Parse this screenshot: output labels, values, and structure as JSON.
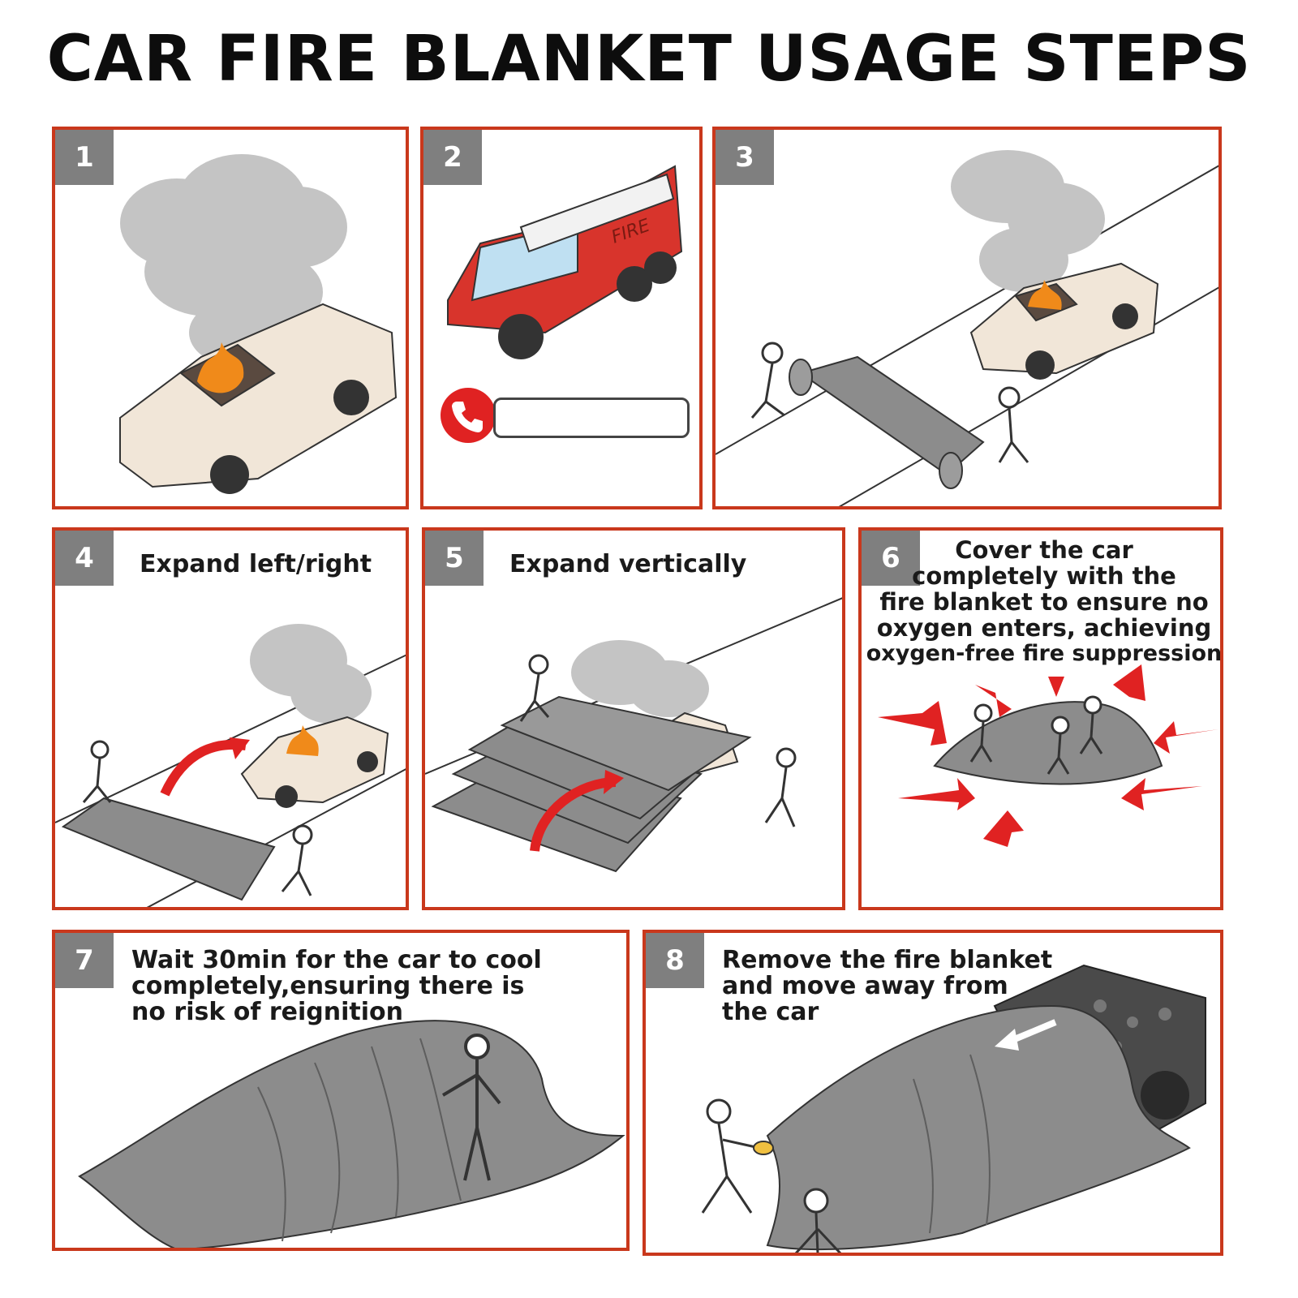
{
  "title": "CAR FIRE BLANKET USAGE STEPS",
  "steps": [
    {
      "number": "1",
      "caption": ""
    },
    {
      "number": "2",
      "caption": "",
      "truck_label": "FIRE"
    },
    {
      "number": "3",
      "caption": ""
    },
    {
      "number": "4",
      "caption": "Expand left/right"
    },
    {
      "number": "5",
      "caption": "Expand vertically"
    },
    {
      "number": "6",
      "caption_lines": [
        "Cover the car",
        "completely with the",
        "fire blanket to ensure no",
        "oxygen enters, achieving",
        "oxygen-free fire suppression"
      ]
    },
    {
      "number": "7",
      "caption_lines": [
        "Wait 30min for the car to cool",
        "completely,ensuring there is",
        "no risk of reignition"
      ]
    },
    {
      "number": "8",
      "caption_lines": [
        "Remove the fire blanket",
        "and move away from",
        "the car"
      ]
    }
  ],
  "colors": {
    "frame": "#c9381c",
    "badge": "#7f7f7f",
    "blanket": "#8c8c8c",
    "smoke": "#c4c4c4",
    "car": "#f1e6d8",
    "flame": "#f08a1a",
    "arrow": "#e02222",
    "truck": "#d8342c"
  },
  "icons": [
    "phone-icon",
    "fire-truck-icon",
    "burning-car-icon",
    "smoke-icon",
    "person-icon",
    "arrow-icon"
  ]
}
